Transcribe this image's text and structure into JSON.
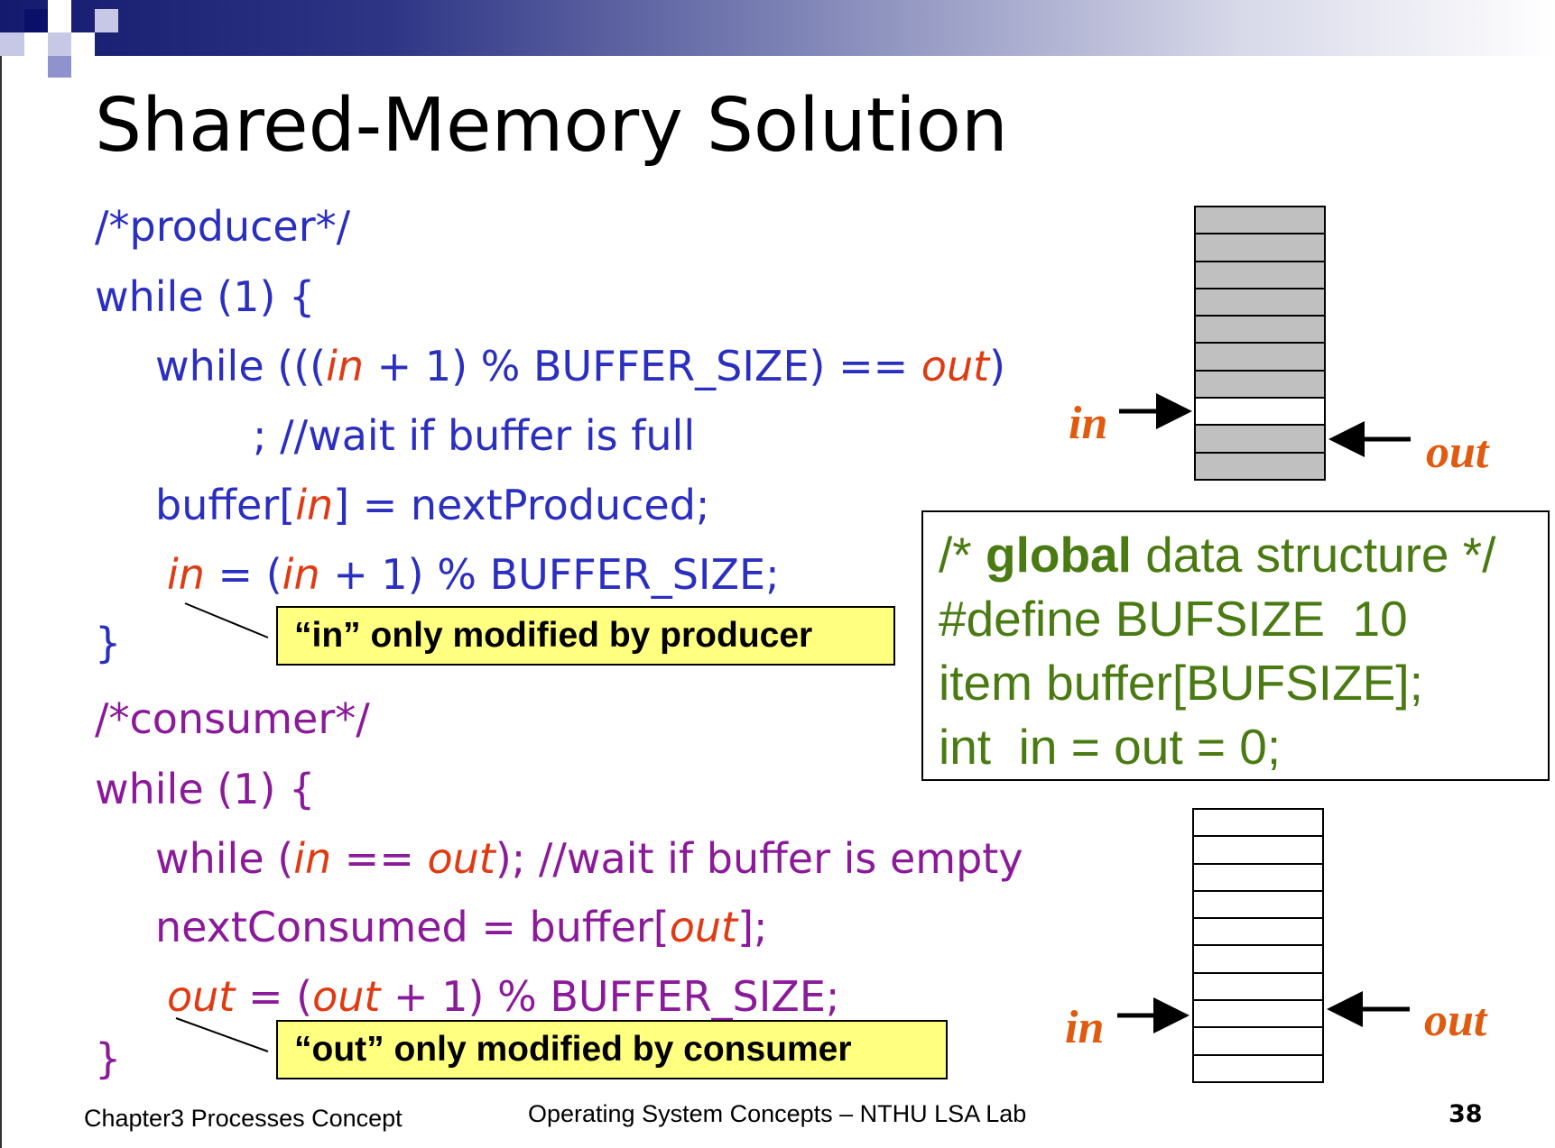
{
  "slide": {
    "title": "Shared-Memory Solution",
    "producer": {
      "comment": "/*producer*/",
      "while_open": "while (1) {",
      "wait_prefix": "while (((",
      "wait_in": "in",
      "wait_mid": " + 1) % BUFFER_SIZE) == ",
      "wait_out": "out",
      "wait_suffix": ")",
      "wait_comment": "; //wait if buffer is full",
      "assign_prefix": "buffer[",
      "assign_in": "in",
      "assign_suffix": "] = nextProduced;",
      "update_in1": "in",
      "update_mid": " = (",
      "update_in2": "in",
      "update_suffix": " + 1) % BUFFER_SIZE;",
      "close": "}"
    },
    "consumer": {
      "comment": "/*consumer*/",
      "while_open": "while (1) {",
      "wait_prefix": "while (",
      "wait_in": "in",
      "wait_mid": " == ",
      "wait_out": "out",
      "wait_suffix": "); //wait if buffer is empty",
      "take_prefix": "nextConsumed = buffer[",
      "take_out": "out",
      "take_suffix": "];",
      "update_out1": "out",
      "update_mid": " = (",
      "update_out2": "out",
      "update_suffix": " + 1) % BUFFER_SIZE;",
      "close": "}"
    },
    "callouts": {
      "producer": "“in” only modified by producer",
      "consumer": "“out” only modified by consumer"
    },
    "global_box": {
      "line1_prefix": "/* ",
      "line1_bold": "global",
      "line1_suffix": " data structure */",
      "line2": "#define BUFSIZE  10",
      "line3": "item buffer[BUFSIZE];",
      "line4": "int  in = out = 0;"
    },
    "diagrams": {
      "full_buffer": {
        "in_label": "in",
        "out_label": "out",
        "slots": 10,
        "empty_slot_index": 7
      },
      "empty_buffer": {
        "in_label": "in",
        "out_label": "out",
        "slots": 10
      }
    },
    "footer": {
      "left": "Chapter3 Processes Concept",
      "center": "Operating System Concepts – NTHU LSA Lab",
      "page": "38"
    },
    "colors": {
      "producer_code": "#2b2fbf",
      "consumer_code": "#8b1a9a",
      "variable": "#e03a12",
      "global_text": "#4a7a12",
      "callout_bg": "#ffff80"
    }
  }
}
